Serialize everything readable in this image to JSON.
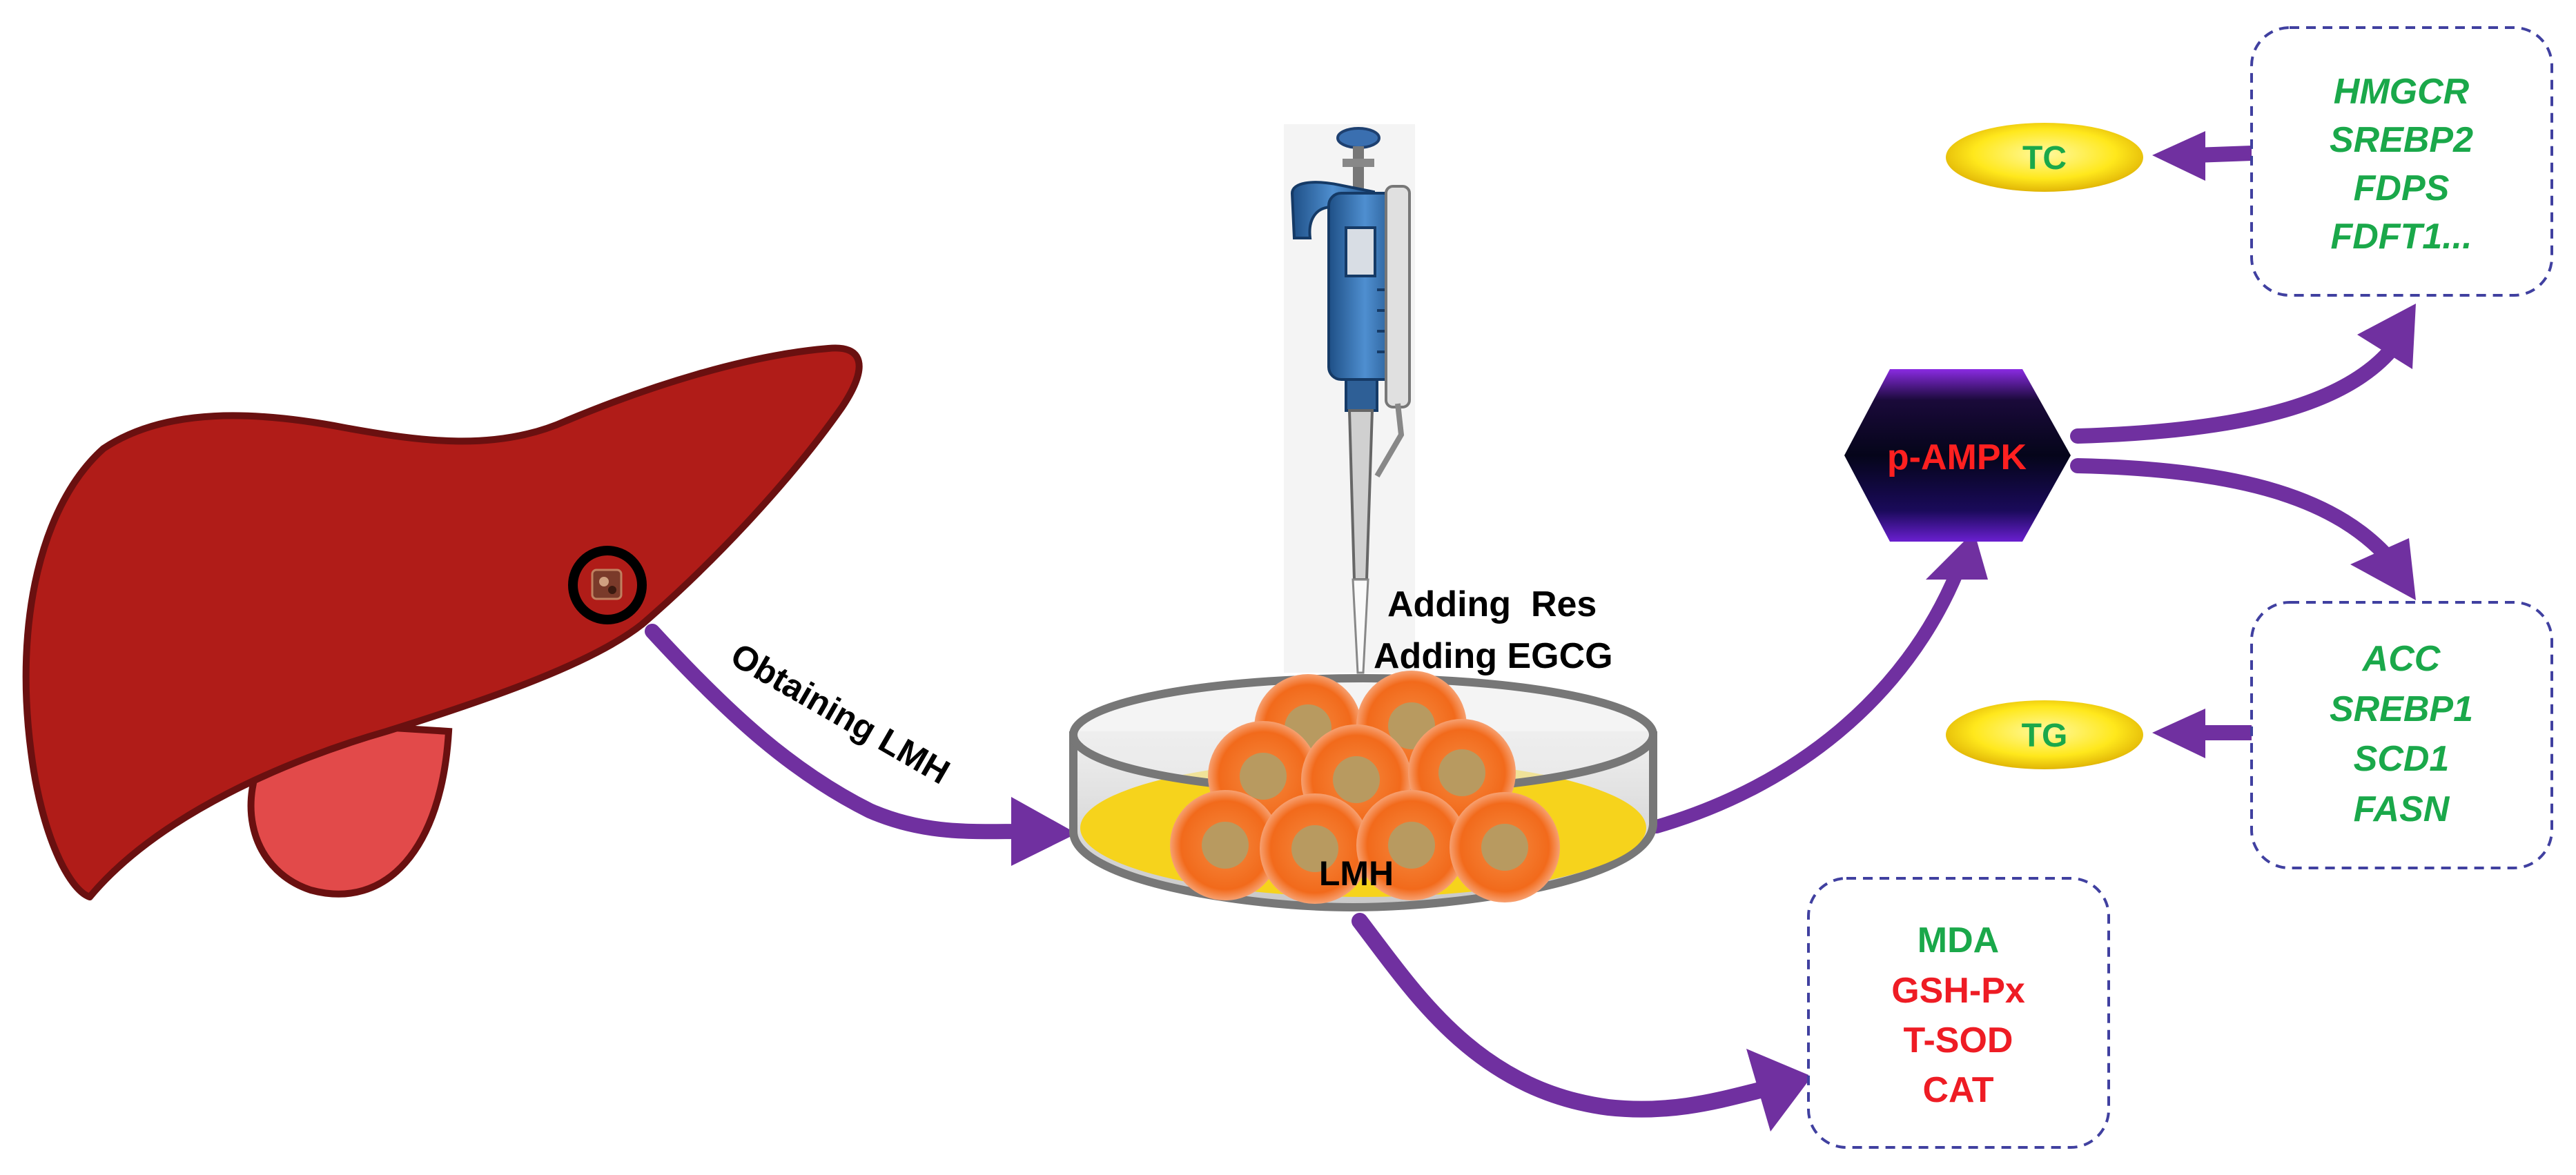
{
  "labels": {
    "obtaining": "Obtaining LMH",
    "adding_res": "Adding  Res",
    "adding_egcg": "Adding EGCG",
    "lmh": "LMH",
    "ampk": "p-AMPK",
    "tc": "TC",
    "tg": "TG"
  },
  "boxes": {
    "cholesterol_genes": [
      "HMGCR",
      "SREBP2",
      "FDPS",
      "FDFT1..."
    ],
    "lipogenic_genes": [
      "ACC",
      "SREBP1",
      "SCD1",
      "FASN"
    ],
    "oxidative_markers": [
      "MDA",
      "GSH-Px",
      "T-SOD",
      "CAT"
    ]
  },
  "colors": {
    "liver": "#b01c18",
    "gallbladder": "#e24a4a",
    "arrow": "#7030a0",
    "gene_green": "#1aa84a",
    "marker_red": "#ee1c24",
    "ampk_text": "#ff2020",
    "ellipse_fill": "#ffe020",
    "box_border": "#4040a0",
    "cell_orange": "#f26a1b",
    "nucleus": "#b89a60",
    "medium": "#f6d31c",
    "pipette_blue": "#3a78b8"
  }
}
